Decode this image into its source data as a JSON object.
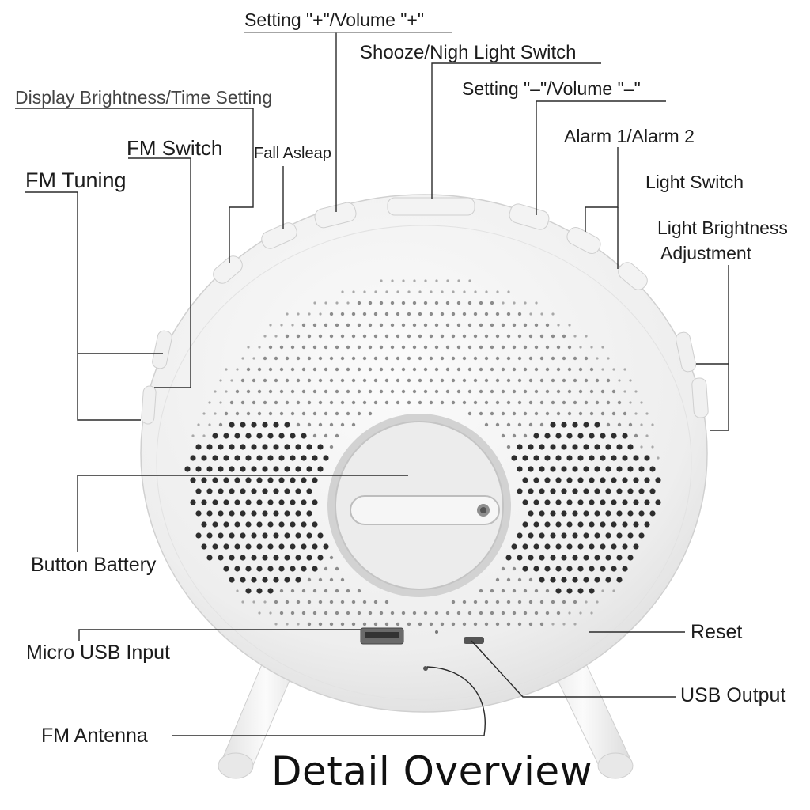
{
  "title": "Detail Overview",
  "colors": {
    "line": "#2a2a2a",
    "body": "#f1f1f1",
    "body_shadow": "#d6d6d6",
    "hole": "#9a9a9a"
  },
  "labels": {
    "setting_plus": "Setting \"+\"/Volume \"+\"",
    "snooze": "Shooze/Nigh Light Switch",
    "display_brightness": "Display Brightness/Time Setting",
    "setting_minus": "Setting \"–\"/Volume \"–\"",
    "fm_switch": "FM Switch",
    "fall_asleep": "Fall Asleap",
    "alarm": "Alarm 1/Alarm 2",
    "fm_tuning": "FM Tuning",
    "light_switch": "Light Switch",
    "light_brightness_1": "Light Brightness",
    "light_brightness_2": "Adjustment",
    "button_battery": "Button Battery",
    "reset": "Reset",
    "micro_usb": "Micro USB Input",
    "usb_output": "USB Output",
    "fm_antenna": "FM Antenna"
  }
}
